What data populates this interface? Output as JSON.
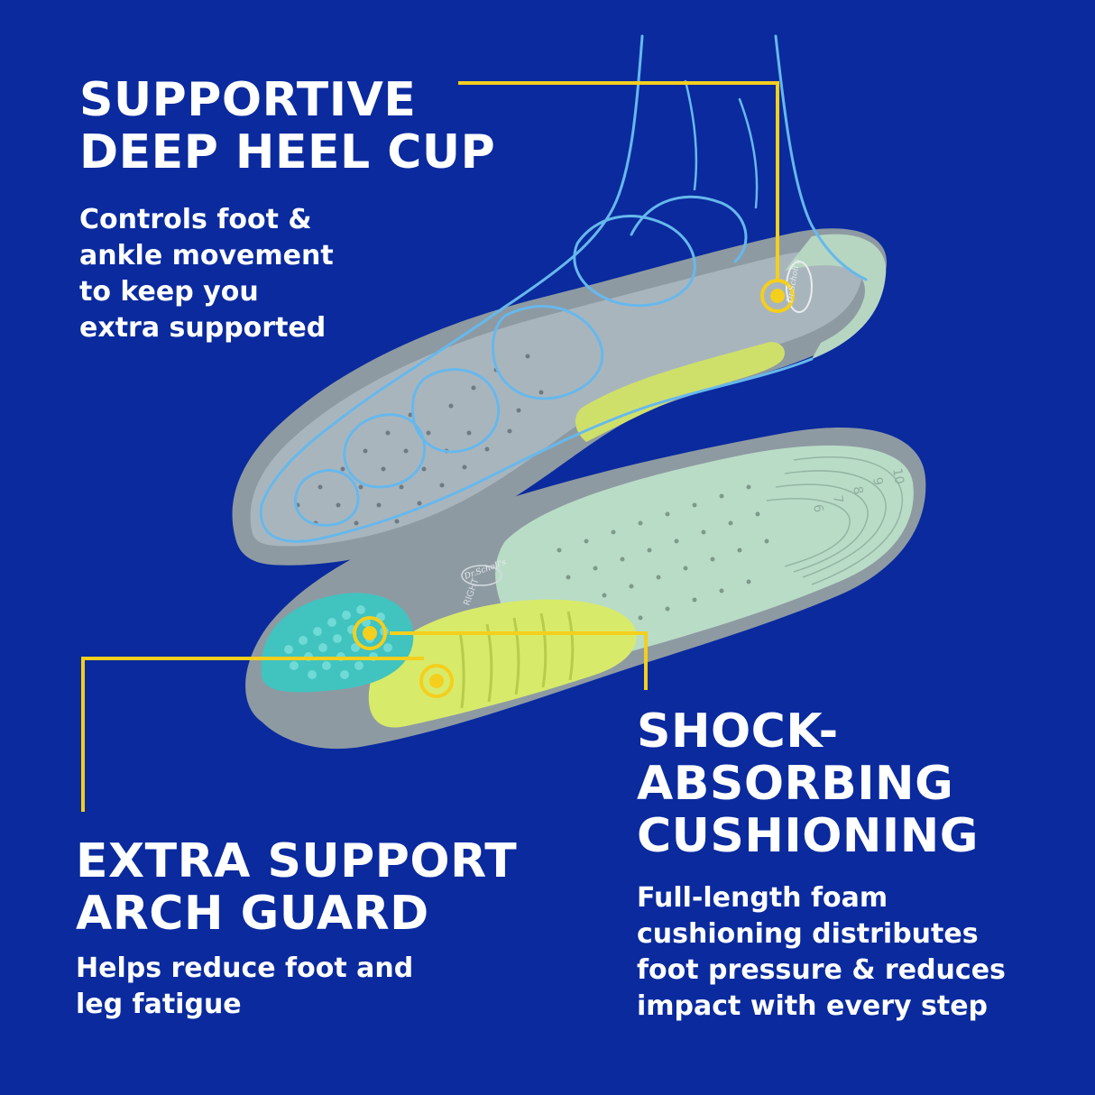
{
  "colors": {
    "background": "#0a2a9e",
    "callout_line": "#f4cf1d",
    "text": "#ffffff",
    "insole_gray": "#8e9aa2",
    "insole_mint": "#b9dcc7",
    "arch_yellow": "#d8ea6a",
    "gel_teal": "#41c3bf",
    "foot_outline": "#67b8ec"
  },
  "callouts": {
    "heel_cup": {
      "title_lines": [
        "SUPPORTIVE",
        "DEEP HEEL CUP"
      ],
      "description_lines": [
        "Controls foot &",
        "ankle movement",
        "to keep you",
        "extra supported"
      ]
    },
    "arch_guard": {
      "title_lines": [
        "EXTRA SUPPORT",
        "ARCH GUARD"
      ],
      "description_lines": [
        "Helps reduce foot and",
        "leg fatigue"
      ]
    },
    "shock_absorbing": {
      "title_lines": [
        "SHOCK-",
        "ABSORBING",
        "CUSHIONING"
      ],
      "description_lines": [
        "Full-length foam",
        "cushioning distributes",
        "foot pressure & reduces",
        "impact with every step"
      ]
    }
  },
  "insole_marks": {
    "brand": "Dr.Scholl's",
    "side": "RIGHT",
    "size_numbers": [
      "10",
      "9",
      "8",
      "7",
      "6"
    ]
  }
}
